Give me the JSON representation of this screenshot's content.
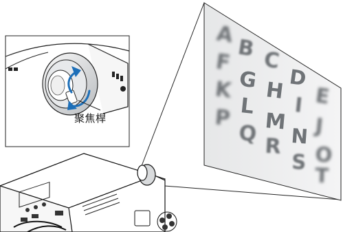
{
  "figure": {
    "focus_lever_label": "聚焦桿",
    "chart_letters": [
      [
        "A",
        "B",
        "C",
        "D",
        "E"
      ],
      [
        "F",
        "G",
        "H",
        "I",
        "J"
      ],
      [
        "K",
        "L",
        "M",
        "N",
        "O"
      ],
      [
        "P",
        "Q",
        "R",
        "S",
        "T"
      ]
    ]
  }
}
